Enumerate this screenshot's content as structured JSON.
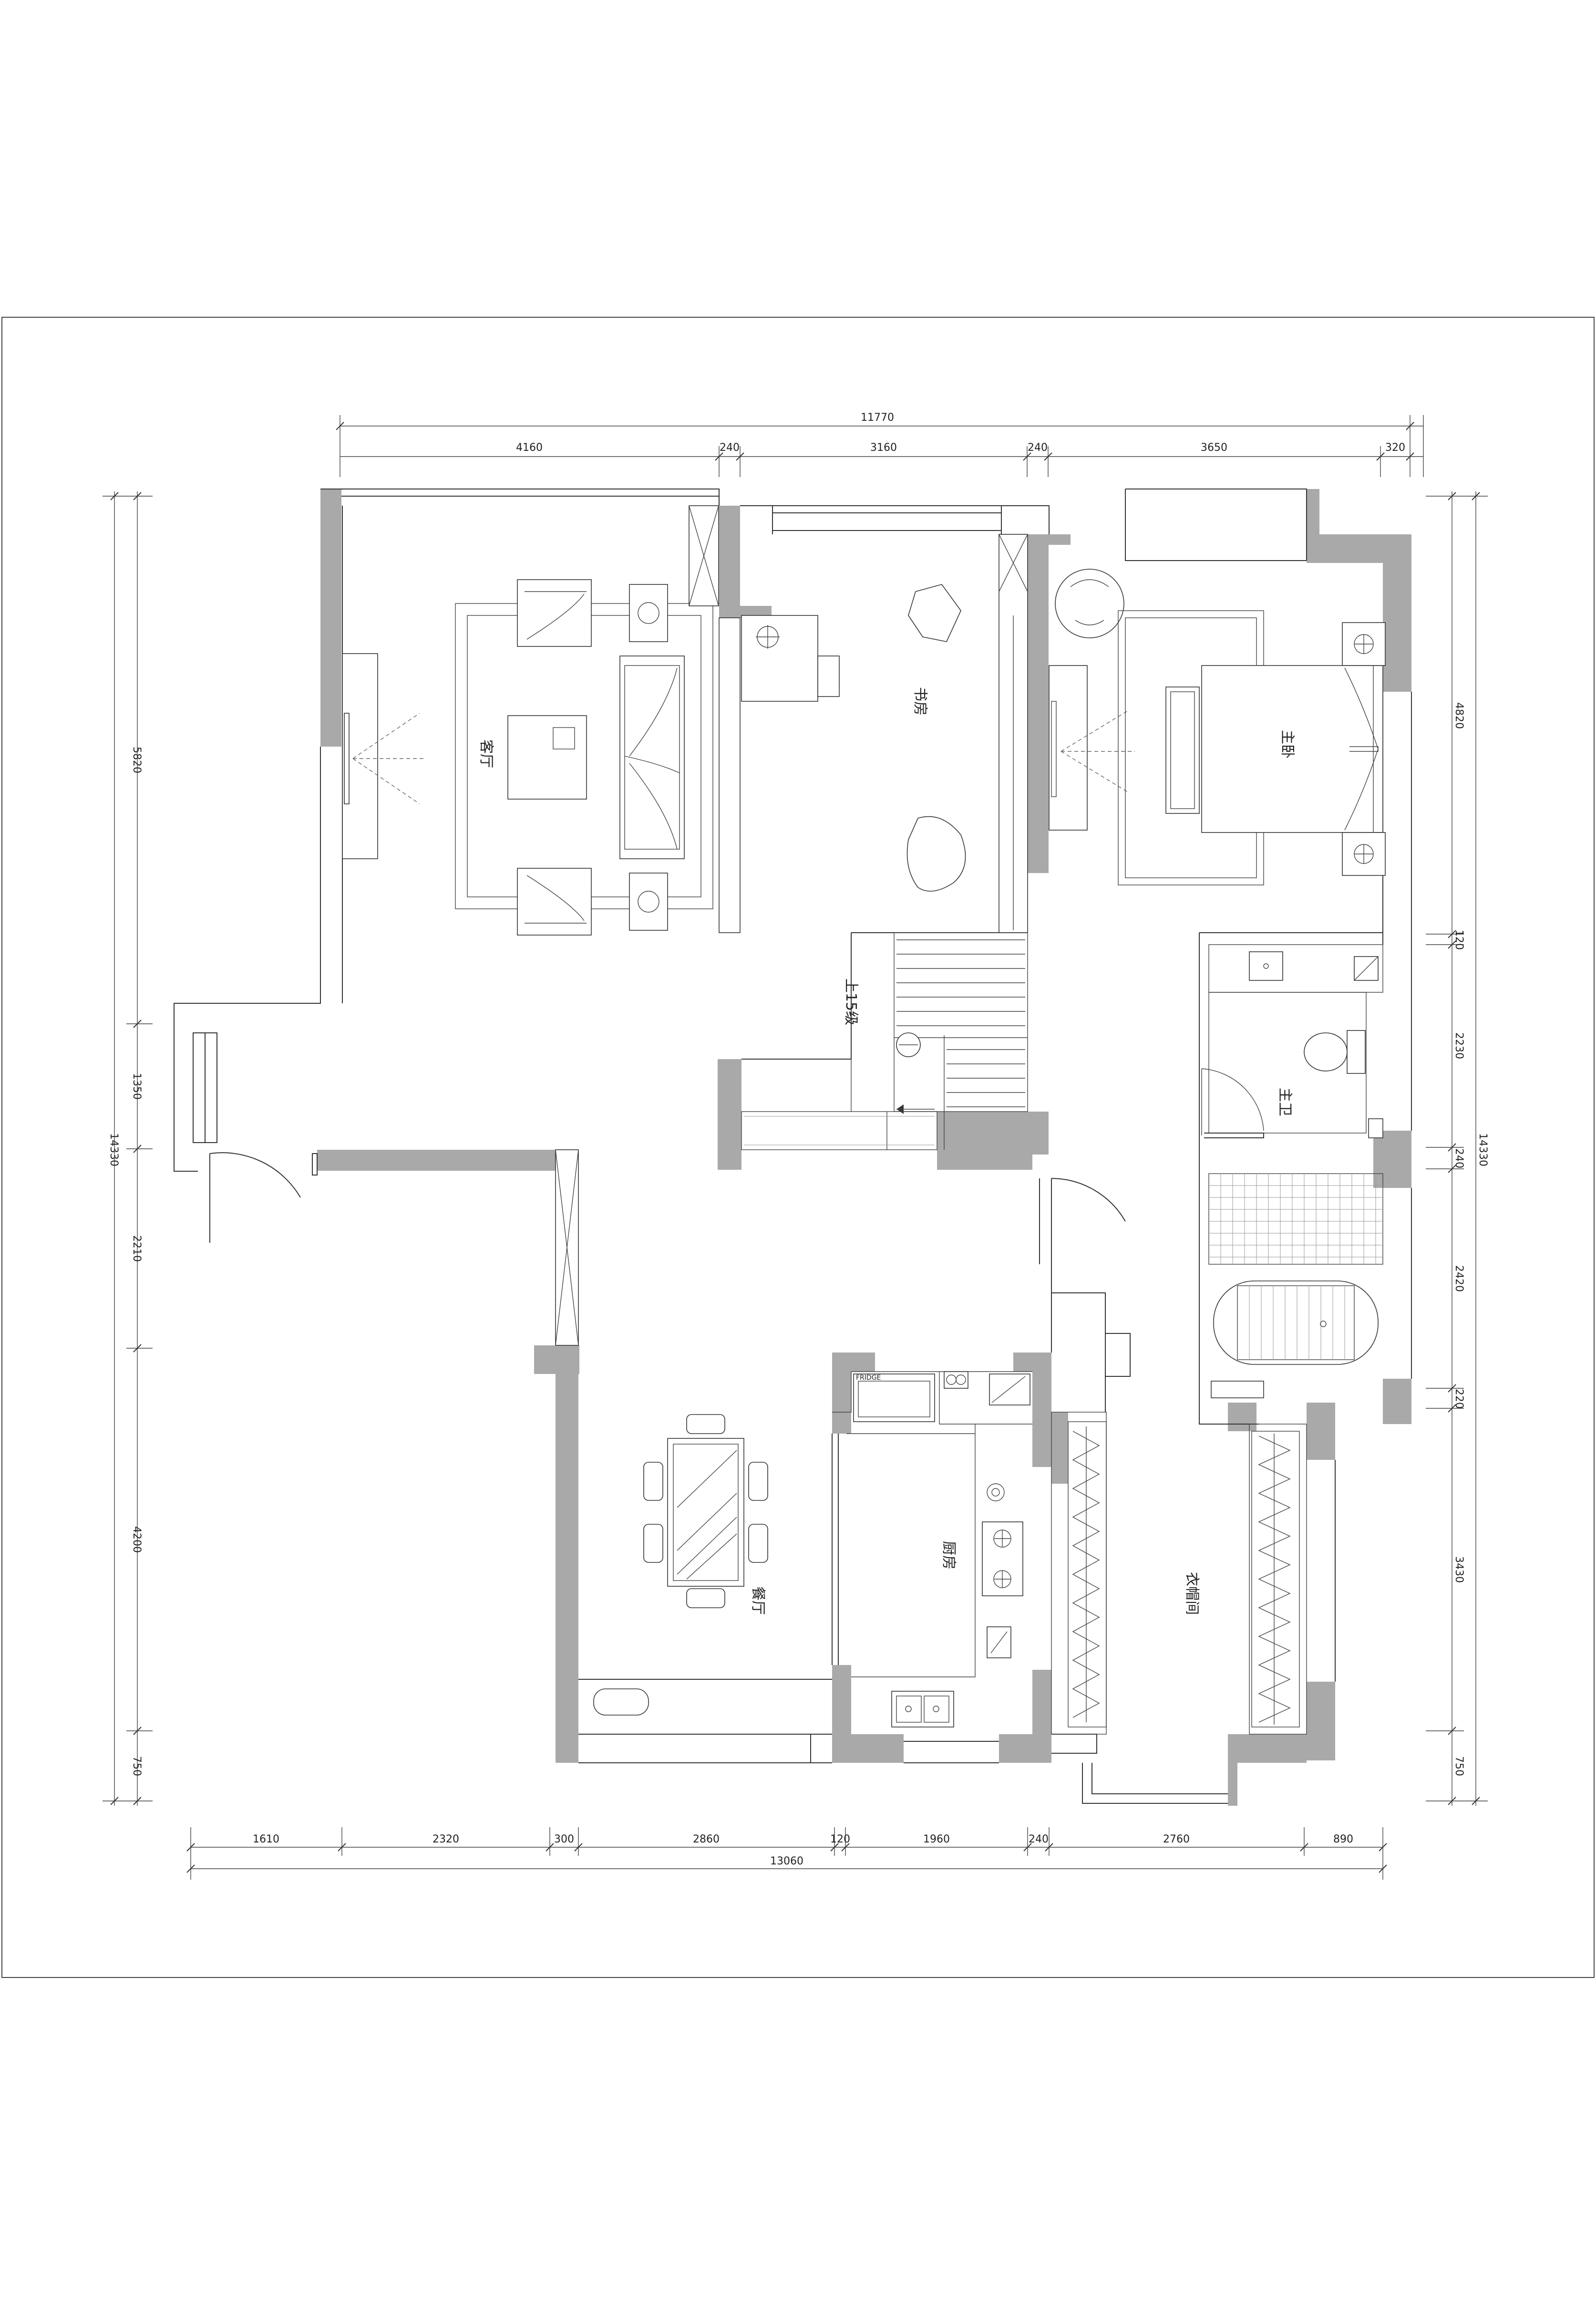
{
  "dimensions": {
    "top_total": "11770",
    "top_segments": [
      "4160",
      "240",
      "3160",
      "240",
      "3650",
      "320"
    ],
    "bottom_segments": [
      "1610",
      "2320",
      "300",
      "2860",
      "120",
      "1960",
      "240",
      "2760",
      "890"
    ],
    "bottom_total": "13060",
    "left_total": "14330",
    "left_segments": [
      "5820",
      "1350",
      "2210",
      "4200",
      "750"
    ],
    "right_total": "14330",
    "right_segments": [
      "4820",
      "120",
      "2230",
      "240",
      "2420",
      "220",
      "3430",
      "750"
    ]
  },
  "rooms": {
    "living": "客厅",
    "study": "书房",
    "master_bedroom": "主卧",
    "master_bath": "主卫",
    "dining": "餐厅",
    "kitchen": "厨房",
    "cloakroom": "衣帽间",
    "stair_note": "上15级"
  },
  "labels": {
    "fridge": "FRIDGE"
  }
}
